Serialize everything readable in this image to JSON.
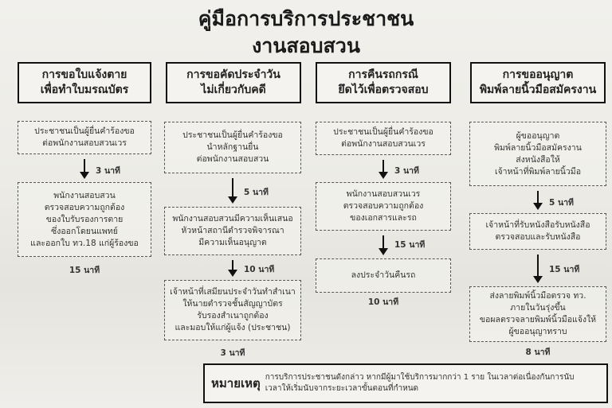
{
  "title": {
    "line1": "คู่มือการบริการประชาชน",
    "line2": "งานสอบสวน"
  },
  "columns": [
    {
      "header": [
        "การขอใบแจ้งตาย",
        "เพื่อทำใบมรณบัตร"
      ],
      "steps": [
        {
          "lines": [
            "ประชาชนเป็นผู้ยื่นคำร้องขอ",
            "ต่อพนักงานสอบสวนเวร"
          ],
          "time": "3 นาที"
        },
        {
          "lines": [
            "พนักงานสอบสวน",
            "ตรวจสอบความถูกต้อง",
            "ของใบรับรองการตาย",
            "ซึ่งออกโดยนแพทย์",
            "และออกใบ ทว.18 แก่ผู้ร้องขอ"
          ],
          "time": "15 นาที"
        }
      ]
    },
    {
      "header": [
        "การขอคัดประจำวัน",
        "ไม่เกี่ยวกับคดี"
      ],
      "steps": [
        {
          "lines": [
            "ประชาชนเป็นผู้ยื่นคำร้องขอ",
            "นำหลักฐานยื่น",
            "ต่อพนักงานสอบสวน"
          ],
          "time": "5 นาที"
        },
        {
          "lines": [
            "พนักงานสอบสวนมีความเห็นเสนอ",
            "หัวหน้าสถานีตำรวจพิจารณา",
            "มีความเห็นอนุญาต"
          ],
          "time": "10 นาที"
        },
        {
          "lines": [
            "เจ้าหน้าที่เสมียนประจำวันทำสำเนา",
            "ให้นายตำรวจชั้นสัญญาบัตร",
            "รับรองสำเนาถูกต้อง",
            "และมอบให้แก่ผู้แจ้ง (ประชาชน)"
          ],
          "time": "3 นาที"
        }
      ]
    },
    {
      "header": [
        "การคืนรถกรณี",
        "ยึดไว้เพื่อตรวจสอบ"
      ],
      "steps": [
        {
          "lines": [
            "ประชาชนเป็นผู้ยื่นคำร้องขอ",
            "ต่อพนักงานสอบสวนเวร"
          ],
          "time": "3 นาที"
        },
        {
          "lines": [
            "พนักงานสอบสวนเวร",
            "ตรวจสอบความถูกต้อง",
            "ของเอกสารและรถ"
          ],
          "time": "15 นาที"
        },
        {
          "lines": [
            "ลงประจำวันคืนรถ"
          ],
          "time": "10 นาที"
        }
      ]
    },
    {
      "header": [
        "การขออนุญาต",
        "พิมพ์ลายนิ้วมือสมัครงาน"
      ],
      "steps": [
        {
          "lines": [
            "ผู้ขออนุญาต",
            "พิมพ์ลายนิ้วมือสมัครงาน",
            "ส่งหนังสือให้",
            "เจ้าหน้าที่พิมพ์ลายนิ้วมือ"
          ],
          "time": "5 นาที"
        },
        {
          "lines": [
            "เจ้าหน้าที่รับหนังสือรับหนังสือ",
            "ตรวจสอบและรับหนังสือ"
          ],
          "time": "15 นาที"
        },
        {
          "lines": [
            "ส่งลายพิมพ์นิ้วมือตรวจ ทว.",
            "ภายในวันรุ่งขึ้น",
            "ขอผลตรวจลายพิมพ์นิ้วมือแจ้งให้",
            "ผู้ขออนุญาทราบ"
          ],
          "time": "8 นาที"
        }
      ]
    }
  ],
  "note": {
    "label": "หมายเหตุ",
    "lines": [
      "การบริการประชาชนดังกล่าว หากมีผู้มาใช้บริการมากกว่า 1 ราย ในเวลาต่อเนื่องกันการนับ",
      "เวลาให้เริ่มนับจากระยะเวลาขั้นตอนที่กำหนด"
    ]
  }
}
